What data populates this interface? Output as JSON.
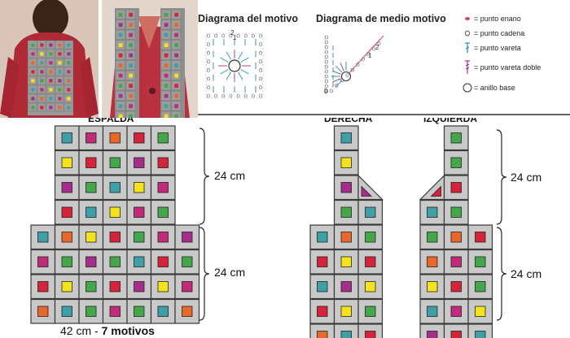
{
  "diagrams": {
    "motif_title": "Diagrama del motivo",
    "half_motif_title": "Diagrama de medio motivo",
    "motif_rounds": [
      "1",
      "2"
    ],
    "half_rounds": [
      "0",
      "2",
      "1"
    ]
  },
  "legend": [
    {
      "label": "= punto enano",
      "icon": "slip-stitch-dot",
      "color": "#d0437a"
    },
    {
      "label": "= punto cadena",
      "icon": "chain-circle",
      "color": "#555555"
    },
    {
      "label": "= punto vareta",
      "icon": "double-crochet-symbol",
      "color": "#1f8fb4"
    },
    {
      "label": "= punto vareta doble",
      "icon": "treble-crochet-symbol",
      "color": "#a0337a"
    },
    {
      "label": "= anillo base",
      "icon": "magic-ring-circle",
      "color": "#333333"
    }
  ],
  "schematic": {
    "back_label": "ESPALDA",
    "right_label": "DERECHA",
    "left_label": "IZQUIERDA",
    "height_upper": "24 cm",
    "height_lower": "24 cm",
    "height_upper_right": "24 cm",
    "height_lower_right": "24 cm",
    "width_label": "42 cm - ",
    "width_label_bold": "7 motivos"
  },
  "colors": {
    "tile_fill": "#c9c9c9",
    "tile_border": "#3a3a3a",
    "green": "#44a84a",
    "magenta": "#c22a7a",
    "orange": "#e8682a",
    "red": "#d5233a",
    "yellow": "#f4e21b",
    "teal": "#3f9fa6",
    "purple": "#a72d8c"
  },
  "back_panel_colors": [
    [
      "teal",
      "magenta",
      "orange",
      "red",
      "green"
    ],
    [
      "yellow",
      "red",
      "green",
      "purple",
      "red"
    ],
    [
      "purple",
      "green",
      "teal",
      "yellow",
      "magenta"
    ],
    [
      "red",
      "teal",
      "yellow",
      "magenta",
      "green"
    ],
    [
      "teal",
      "orange",
      "yellow",
      "red",
      "green",
      "magenta",
      "purple"
    ],
    [
      "magenta",
      "green",
      "purple",
      "green",
      "teal",
      "red",
      "green"
    ],
    [
      "red",
      "yellow",
      "green",
      "red",
      "purple",
      "yellow",
      "magenta"
    ],
    [
      "orange",
      "teal",
      "green",
      "magenta",
      "green",
      "teal",
      "orange"
    ]
  ],
  "right_panel_colors": [
    [
      "teal"
    ],
    [
      "yellow"
    ],
    [
      "purple",
      "half"
    ],
    [
      "green",
      "teal"
    ],
    [
      "teal",
      "orange",
      "green"
    ],
    [
      "red",
      "yellow",
      "red"
    ],
    [
      "teal",
      "purple",
      "yellow"
    ],
    [
      "red",
      "yellow",
      "green"
    ],
    [
      "orange",
      "teal",
      "red"
    ]
  ],
  "left_panel_colors": [
    [
      "green"
    ],
    [
      "green"
    ],
    [
      "half",
      "red"
    ],
    [
      "teal",
      "green"
    ],
    [
      "green",
      "orange",
      "red"
    ],
    [
      "orange",
      "magenta",
      "green"
    ],
    [
      "yellow",
      "red",
      "green"
    ],
    [
      "teal",
      "magenta",
      "yellow"
    ],
    [
      "purple",
      "red",
      "teal"
    ]
  ]
}
